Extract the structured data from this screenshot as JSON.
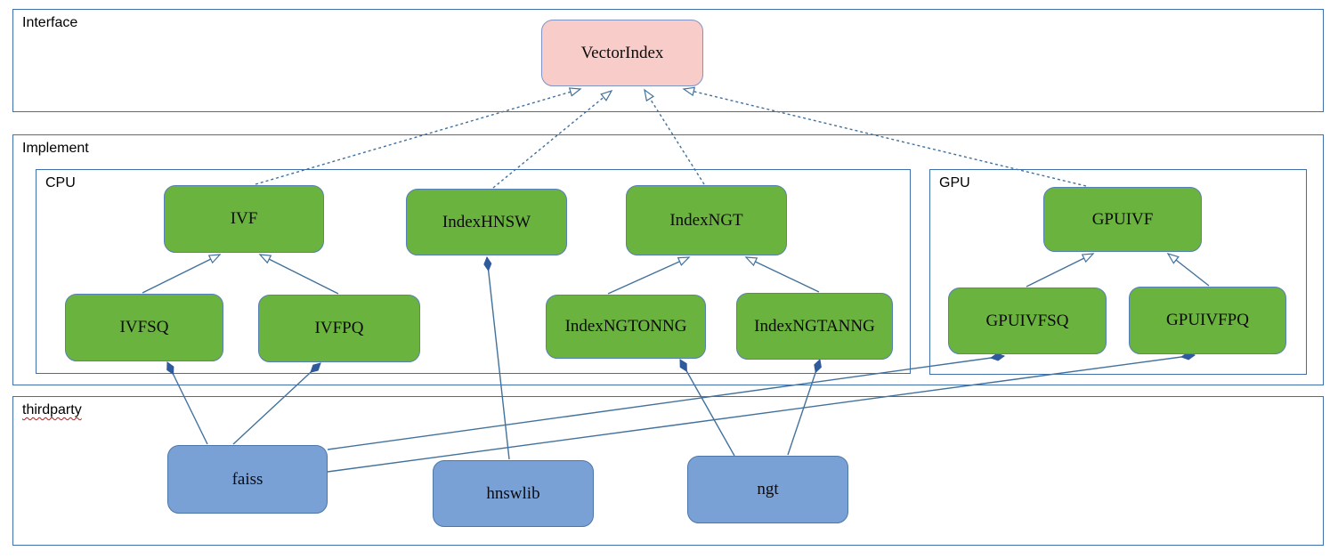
{
  "containers": {
    "interface": "Interface",
    "implement": "Implement",
    "cpu": "CPU",
    "gpu": "GPU",
    "thirdparty": "thirdparty"
  },
  "nodes": {
    "vectorindex": "VectorIndex",
    "ivf": "IVF",
    "indexhnsw": "IndexHNSW",
    "indexngt": "IndexNGT",
    "ivfsq": "IVFSQ",
    "ivfpq": "IVFPQ",
    "indexngtonng": "IndexNGTONNG",
    "indexngtanng": "IndexNGTANNG",
    "gpuivf": "GPUIVF",
    "gpuivfsq": "GPUIVFSQ",
    "gpuivfpq": "GPUIVFPQ",
    "faiss": "faiss",
    "hnswlib": "hnswlib",
    "ngt": "ngt"
  },
  "relations": [
    {
      "from": "IVF",
      "to": "VectorIndex",
      "type": "realization-dashed"
    },
    {
      "from": "IndexHNSW",
      "to": "VectorIndex",
      "type": "realization-dashed"
    },
    {
      "from": "IndexNGT",
      "to": "VectorIndex",
      "type": "realization-dashed"
    },
    {
      "from": "GPUIVF",
      "to": "VectorIndex",
      "type": "realization-dashed"
    },
    {
      "from": "IVFSQ",
      "to": "IVF",
      "type": "generalization"
    },
    {
      "from": "IVFPQ",
      "to": "IVF",
      "type": "generalization"
    },
    {
      "from": "IndexNGTONNG",
      "to": "IndexNGT",
      "type": "generalization"
    },
    {
      "from": "IndexNGTANNG",
      "to": "IndexNGT",
      "type": "generalization"
    },
    {
      "from": "GPUIVFSQ",
      "to": "GPUIVF",
      "type": "generalization"
    },
    {
      "from": "GPUIVFPQ",
      "to": "GPUIVF",
      "type": "generalization"
    },
    {
      "from": "faiss",
      "to": "IVFSQ",
      "type": "composition"
    },
    {
      "from": "faiss",
      "to": "IVFPQ",
      "type": "composition"
    },
    {
      "from": "faiss",
      "to": "GPUIVFSQ",
      "type": "composition"
    },
    {
      "from": "faiss",
      "to": "GPUIVFPQ",
      "type": "composition"
    },
    {
      "from": "hnswlib",
      "to": "IndexHNSW",
      "type": "composition"
    },
    {
      "from": "ngt",
      "to": "IndexNGTONNG",
      "type": "composition"
    },
    {
      "from": "ngt",
      "to": "IndexNGTANNG",
      "type": "composition"
    }
  ],
  "colors": {
    "interface_node_fill": "#f8cdc9",
    "implement_node_fill": "#6ab33f",
    "thirdparty_node_fill": "#79a1d6",
    "connector": "#41719c",
    "container_border": "#3f6fad",
    "diamond_fill": "#2f5b9d"
  }
}
